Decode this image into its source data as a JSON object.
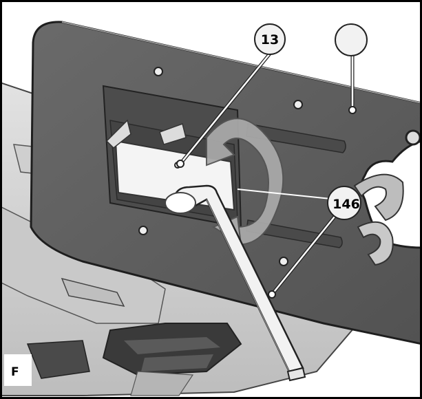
{
  "panel_label": "F",
  "callouts": [
    {
      "id": "callout-13",
      "text": "13"
    },
    {
      "id": "callout-146",
      "text": "146"
    },
    {
      "id": "callout-blank",
      "text": ""
    }
  ],
  "colors": {
    "plate": "#5f5f5f",
    "plate_edge": "#2a2a2a",
    "housing": "#d4d4d4",
    "arrow": "#a8a8a8",
    "key": "#f2f2f2"
  },
  "icons": [
    "rotation-arrow-icon",
    "hex-key-icon"
  ]
}
